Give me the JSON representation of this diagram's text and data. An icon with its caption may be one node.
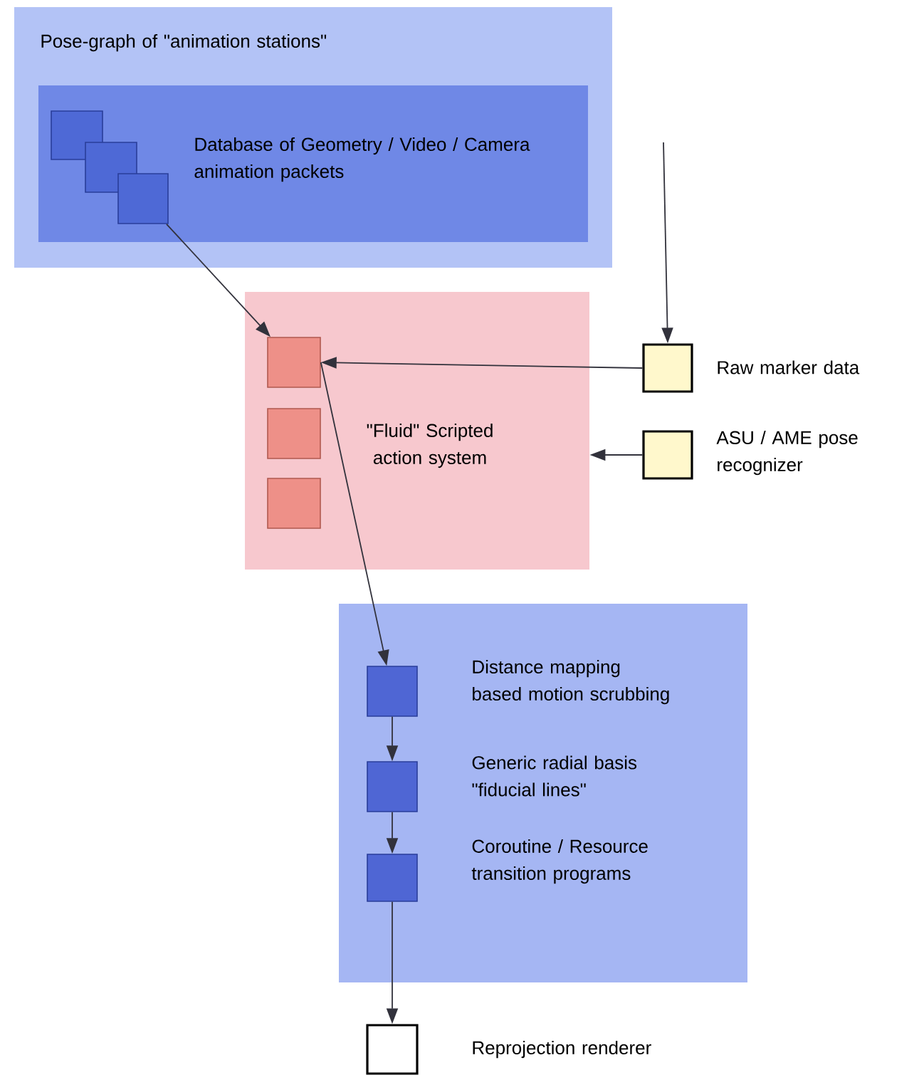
{
  "diagram": {
    "nodes": [
      {
        "text": [
          "Pose-graph of \"animation stations\""
        ]
      },
      {
        "text": [
          "Database of Geometry / Video / Camera animation packets"
        ],
        "in": 0
      },
      {
        "text": [],
        "shape": "box",
        "in": 1
      },
      {
        "text": [],
        "shape": "box",
        "in": 1
      },
      {
        "text": [],
        "shape": "box",
        "in": 1
      },
      {
        "text": [
          "\"Fluid\" Scripted action system"
        ]
      },
      {
        "text": [],
        "shape": "box",
        "in": 5
      },
      {
        "text": [],
        "shape": "box",
        "in": 5
      },
      {
        "text": [],
        "shape": "box",
        "in": 5
      },
      {
        "text": [],
        "shape": "box",
        "beside": [
          "Raw marker data"
        ]
      },
      {
        "text": [],
        "shape": "box",
        "beside": [
          "ASU / AME pose recognizer"
        ]
      },
      {
        "text": [],
        "shape": "box"
      },
      {
        "text": [],
        "shape": "box",
        "in": 11,
        "beside": [
          "Distance mapping based motion scrubbing"
        ]
      },
      {
        "text": [],
        "shape": "box",
        "in": 11,
        "beside": [
          "Generic radial basis \"fiducial lines\""
        ]
      },
      {
        "text": [],
        "shape": "box",
        "in": 11,
        "beside": [
          "Coroutine / Resource transition programs"
        ]
      },
      {
        "text": [],
        "shape": "box",
        "beside": [
          "Reprojection renderer"
        ]
      }
    ],
    "edges": [
      {
        "from": 4,
        "to": 6,
        "arrow": "to"
      },
      {
        "from": null,
        "to": 9,
        "arrow": "to"
      },
      {
        "from": 9,
        "to": 6,
        "arrow": "to"
      },
      {
        "from": 10,
        "to": 5,
        "arrow": "to"
      },
      {
        "from": 6,
        "to": 12,
        "arrow": "to"
      },
      {
        "from": 12,
        "to": 13,
        "arrow": "to"
      },
      {
        "from": 13,
        "to": 14,
        "arrow": "to"
      },
      {
        "from": 14,
        "to": 15,
        "arrow": "to"
      }
    ]
  }
}
